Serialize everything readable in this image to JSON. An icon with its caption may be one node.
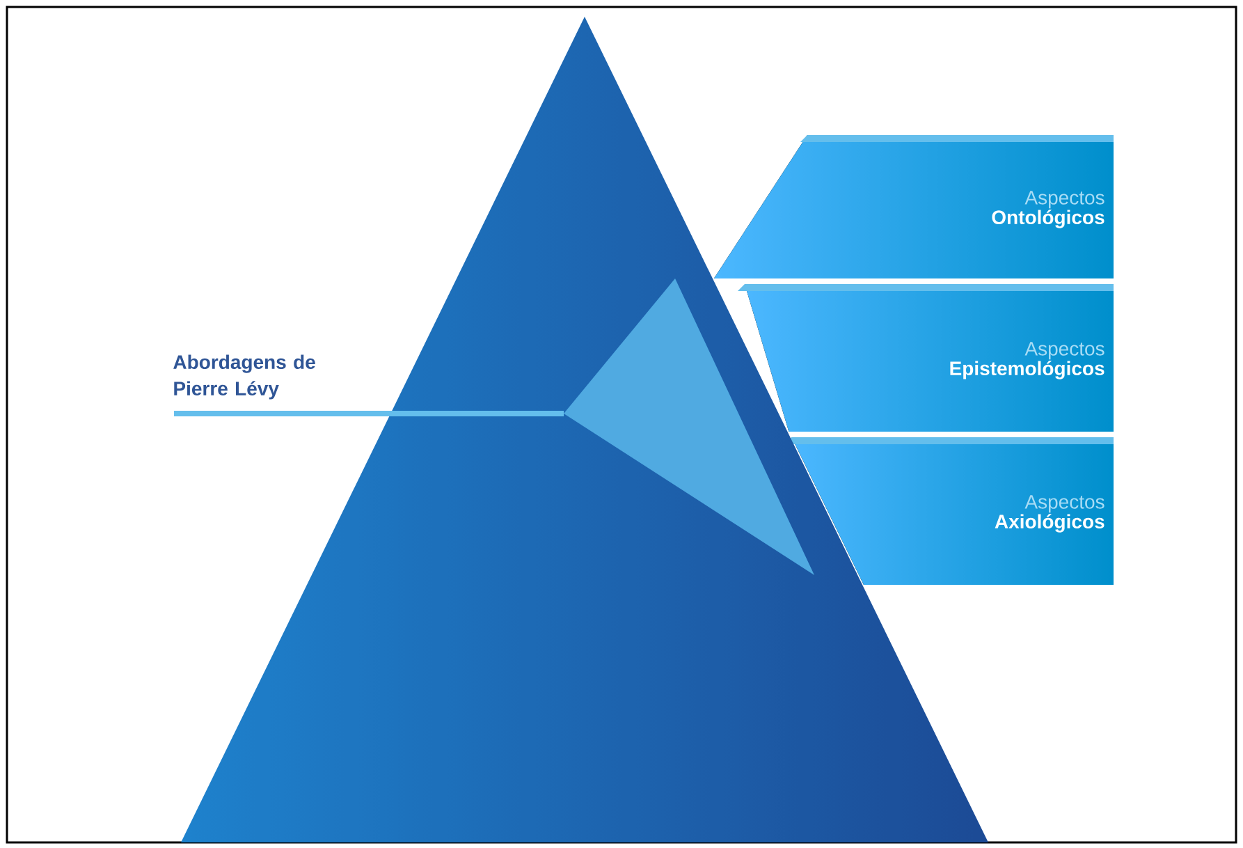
{
  "diagram": {
    "nodes": [
      {
        "text": [
          "Abordagens de Pierre Lévy"
        ]
      },
      {
        "text": [
          "Aspectos",
          "Ontológicos"
        ]
      },
      {
        "text": [
          "Aspectos",
          "Epistemológicos"
        ]
      },
      {
        "text": [
          "Aspectos",
          "Axiológicos"
        ]
      }
    ]
  }
}
